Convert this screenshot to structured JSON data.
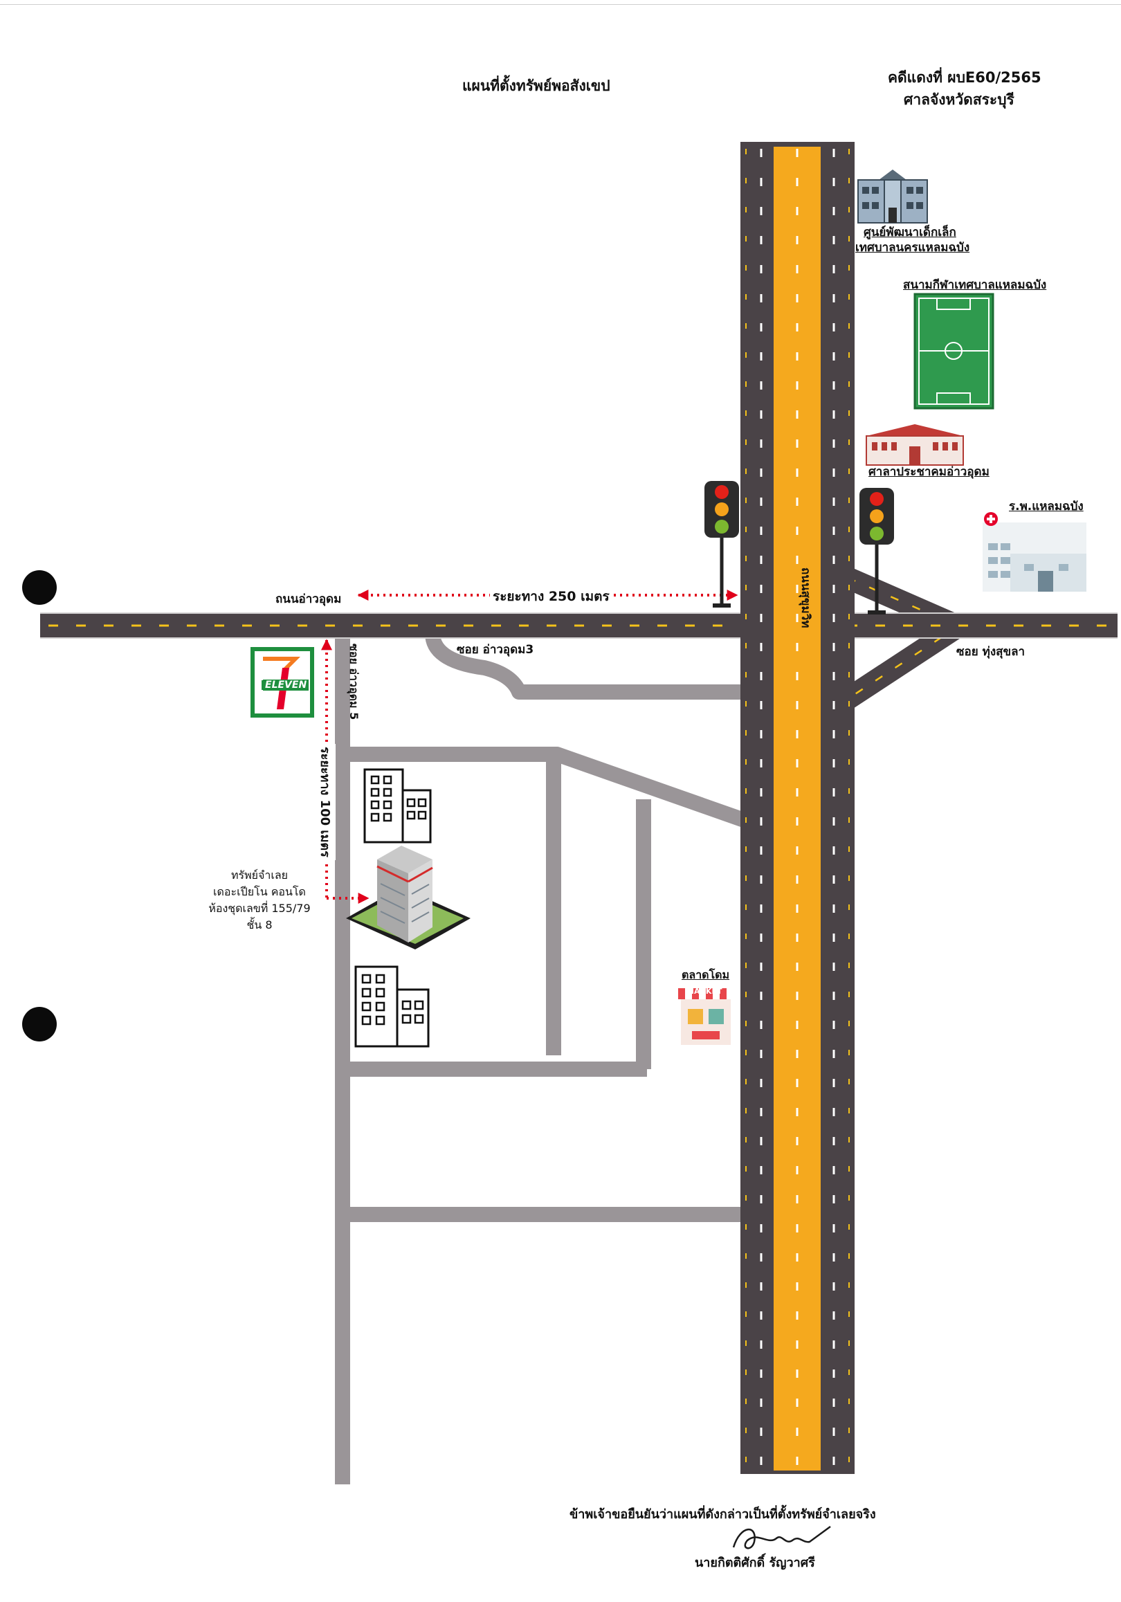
{
  "header": {
    "title": "แผนที่ตั้งทรัพย์พอสังเขป",
    "case_number": "คดีแดงที่ ผบE60/2565",
    "court": "ศาลจังหวัดสระบุรี"
  },
  "roads": {
    "main_highway": "ถนนสุขุมวิท",
    "ao_udom_road": "ถนนอ่าวอุดม",
    "soi_ao_udom_3": "ซอย อ่าวอุดม3",
    "soi_ao_udom_5": "ซอย อ่าวอุดม 5",
    "soi_thung_sukhla": "ซอย ทุ่งสุขลา"
  },
  "distances": {
    "dist_250": "ระยะทาง 250 เมตร",
    "dist_100": "ระยะทาง 100 เมตร"
  },
  "landmarks": {
    "childcare_line1": "ศูนย์พัฒนาเด็กเล็ก",
    "childcare_line2": "เทศบาลนครแหลมฉบัง",
    "stadium": "สนามกีฬาเทศบาลแหลมฉบัง",
    "hall": "ศาลาประชาคมอ่าวอุดม",
    "hospital": "ร.พ.แหลมฉบัง",
    "market": "ตลาดโดม",
    "market_sign": "MARKET",
    "store_logo": "ELEVEN"
  },
  "property": {
    "line1": "ทรัพย์จำเลย",
    "line2": "เดอะเปียโน คอนโด",
    "line3": "ห้องชุดเลขที่ 155/79",
    "line4": "ชั้น 8"
  },
  "footer": {
    "statement": "ข้าพเจ้าขอยืนยันว่าแผนที่ดังกล่าวเป็นที่ตั้งทรัพย์จำเลยจริง",
    "signer": "นายกิตติศักดิ์ รัญวาศรี"
  },
  "colors": {
    "road": "#4a4347",
    "median": "#f5a91e",
    "side_road": "#9a9598",
    "lane_mark": "#ffffff",
    "center_mark": "#f4c21a",
    "distance_arrow": "#e0001b",
    "seven_green": "#1e8f3e",
    "seven_orange": "#f47b20",
    "seven_red": "#e4002b"
  },
  "icons": {
    "traffic_light": "traffic-light-icon",
    "school": "school-building-icon",
    "stadium": "soccer-field-icon",
    "hall": "town-hall-icon",
    "hospital": "hospital-icon",
    "office": "office-building-icon",
    "condo": "condo-tower-icon",
    "market": "market-stall-icon",
    "store": "seven-eleven-logo-icon"
  }
}
